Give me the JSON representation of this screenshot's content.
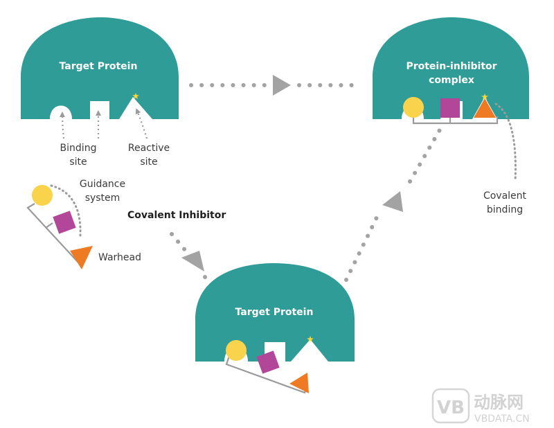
{
  "colors": {
    "protein": "#2f9c98",
    "guidance": "#f8d34b",
    "linker": "#b2479a",
    "warhead": "#ee7a24",
    "star": "#f5d93a",
    "connector": "#9a9a9a",
    "flow": "#a3a3a3",
    "label": "#3a3a3a"
  },
  "proteins": {
    "top_left": {
      "title": "Target Protein"
    },
    "top_right": {
      "title_line1": "Protein-inhibitor",
      "title_line2": "complex"
    },
    "bottom": {
      "title": "Target Protein"
    }
  },
  "labels": {
    "binding_line1": "Binding",
    "binding_line2": "site",
    "reactive_line1": "Reactive",
    "reactive_line2": "site",
    "guidance_line1": "Guidance",
    "guidance_line2": "system",
    "warhead": "Warhead",
    "covalent_inhibitor": "Covalent Inhibitor",
    "covalent_binding_line1": "Covalent",
    "covalent_binding_line2": "binding"
  },
  "watermark": {
    "logo": "VB",
    "name": "动脉网",
    "site": "VBDATA.CN"
  }
}
